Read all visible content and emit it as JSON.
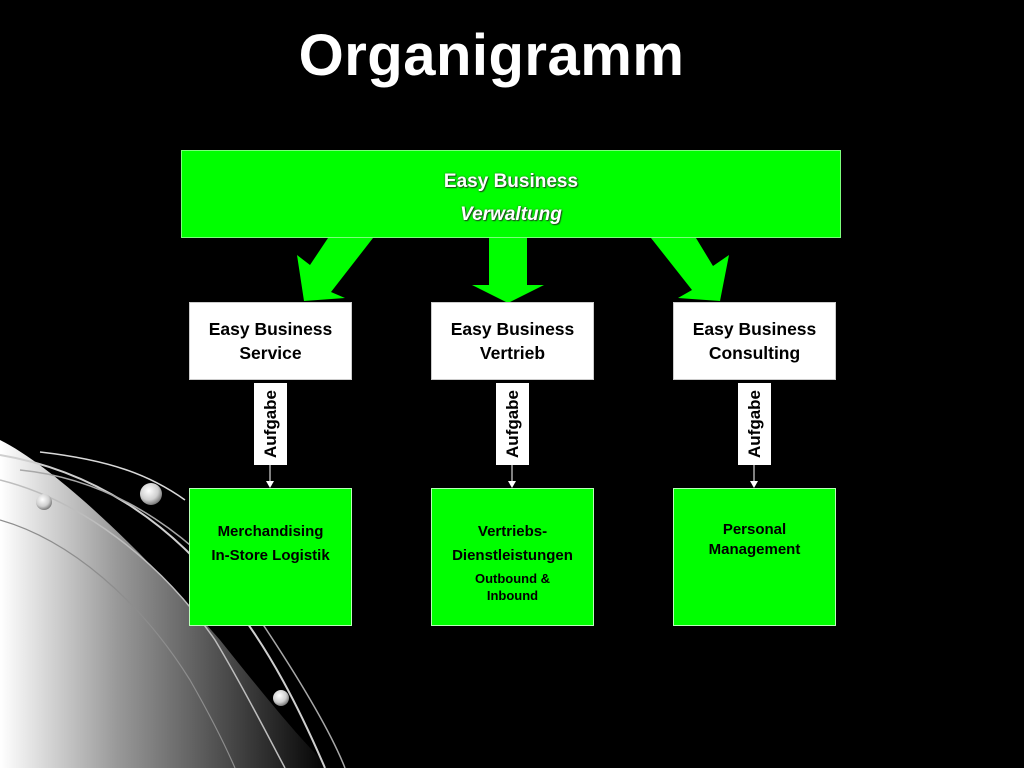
{
  "title": "Organigramm",
  "colors": {
    "background": "#000000",
    "box_green": "#00ff00",
    "box_white": "#ffffff"
  },
  "top": {
    "name": "Easy Business",
    "subtitle": "Verwaltung"
  },
  "departments": [
    {
      "line1": "Easy Business",
      "line2": "Service",
      "tag": "Aufgabe",
      "task_lines": [
        "Merchandising",
        "In-Store Logistik"
      ],
      "task_small": ""
    },
    {
      "line1": "Easy Business",
      "line2": "Vertrieb",
      "tag": "Aufgabe",
      "task_lines": [
        "Vertriebs-",
        "Dienstleistungen"
      ],
      "task_small": "Outbound & Inbound"
    },
    {
      "line1": "Easy Business",
      "line2": "Consulting",
      "tag": "Aufgabe",
      "task_lines": [
        "Personal Management"
      ],
      "task_small": ""
    }
  ]
}
